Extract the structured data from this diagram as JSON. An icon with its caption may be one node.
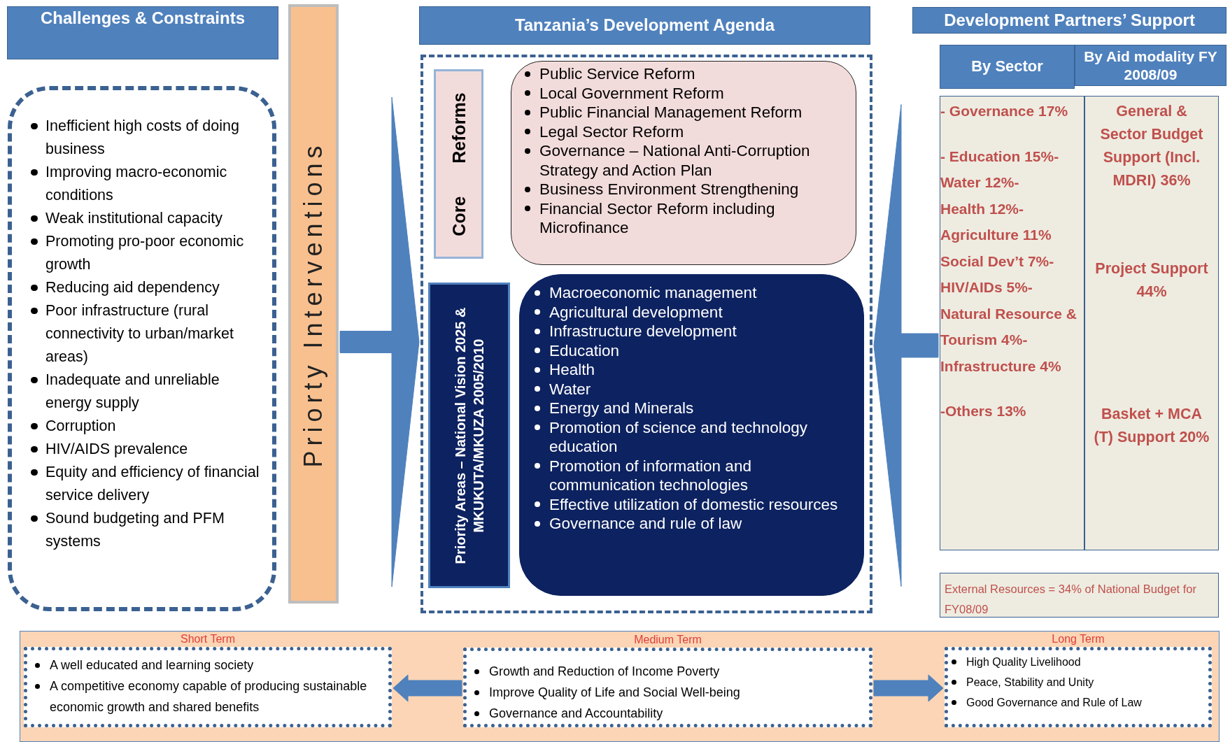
{
  "diagram": {
    "nodes": [
      {
        "text": [
          "Challenges & Constraints"
        ]
      },
      {
        "text": [
          "Inefficient high costs of doing business",
          "Improving macro-economic conditions",
          "Weak institutional capacity",
          "Promoting pro-poor economic growth",
          "Reducing aid dependency",
          "Poor infrastructure (rural connectivity to urban/market areas)",
          "Inadequate and unreliable energy supply",
          "Corruption",
          "HIV/AIDS prevalence",
          "Equity and efficiency of financial service delivery",
          "Sound budgeting and PFM systems"
        ]
      },
      {
        "text": [
          "Priorty Interventions"
        ]
      },
      {
        "text": [
          "Tanzania’s Development Agenda"
        ]
      },
      {
        "text": [],
        "shape": "box"
      },
      {
        "text": [
          "Core Reforms"
        ],
        "in": 4
      },
      {
        "text": [
          "Public Service Reform",
          "Local Government Reform",
          "Public Financial Management Reform",
          "Legal Sector Reform",
          "Governance – National Anti-Corruption Strategy and Action Plan",
          "Business Environment Strengthening",
          "Financial Sector Reform including Microfinance"
        ],
        "in": 4
      },
      {
        "text": [
          "Priority Areas – National Vision 2025 & MKUKUTA/MKUZA 2005/2010"
        ],
        "in": 4
      },
      {
        "text": [
          "Macroeconomic management",
          "Agricultural development",
          "Infrastructure development",
          "Education",
          "Health",
          "Water",
          "Energy and Minerals",
          "Promotion of science and technology education",
          "Promotion of information and communication technologies",
          "Effective utilization of domestic resources",
          "Governance and rule of law"
        ],
        "in": 4
      },
      {
        "text": [
          "Development Partners’ Support"
        ]
      },
      {
        "text": [
          "By Sector"
        ]
      },
      {
        "text": [
          "By Aid modality FY 2008/09"
        ]
      },
      {
        "text": [
          "- Governance 17%",
          "- Education 15%-",
          "Water 12%-",
          "Health 12%-",
          "Agriculture 11%",
          "Social Dev’t 7%-",
          "HIV/AIDs 5%-",
          "Natural Resource & Tourism 4%-",
          "Infrastructure 4%",
          "-Others 13%"
        ]
      },
      {
        "text": [
          "General & Sector Budget Support (Incl. MDRI) 36%",
          "Project Support 44%",
          "Basket + MCA (T) Support 20%"
        ]
      },
      {
        "text": [
          "External Resources = 34% of National Budget for FY08/09"
        ]
      },
      {
        "text": [],
        "shape": "box"
      },
      {
        "text": [
          "A well educated and learning society",
          "A competitive economy capable of producing sustainable economic growth and shared benefits"
        ],
        "beside": [
          "Short Term"
        ],
        "in": 15
      },
      {
        "text": [
          "Growth and Reduction of Income Poverty",
          "Improve Quality of Life and Social Well-being",
          "Governance and Accountability"
        ],
        "beside": [
          "Medium Term"
        ],
        "in": 15
      },
      {
        "text": [
          "High Quality Livelihood",
          "Peace, Stability and Unity",
          "Good Governance and Rule of Law"
        ],
        "beside": [
          "Long Term"
        ],
        "in": 15
      }
    ],
    "edges": [
      {
        "from": 2,
        "to": 4,
        "arrow": "to"
      },
      {
        "from": 12,
        "to": 4,
        "arrow": "to"
      },
      {
        "from": 17,
        "to": 16,
        "arrow": "to"
      },
      {
        "from": 17,
        "to": 18,
        "arrow": "to"
      }
    ]
  }
}
